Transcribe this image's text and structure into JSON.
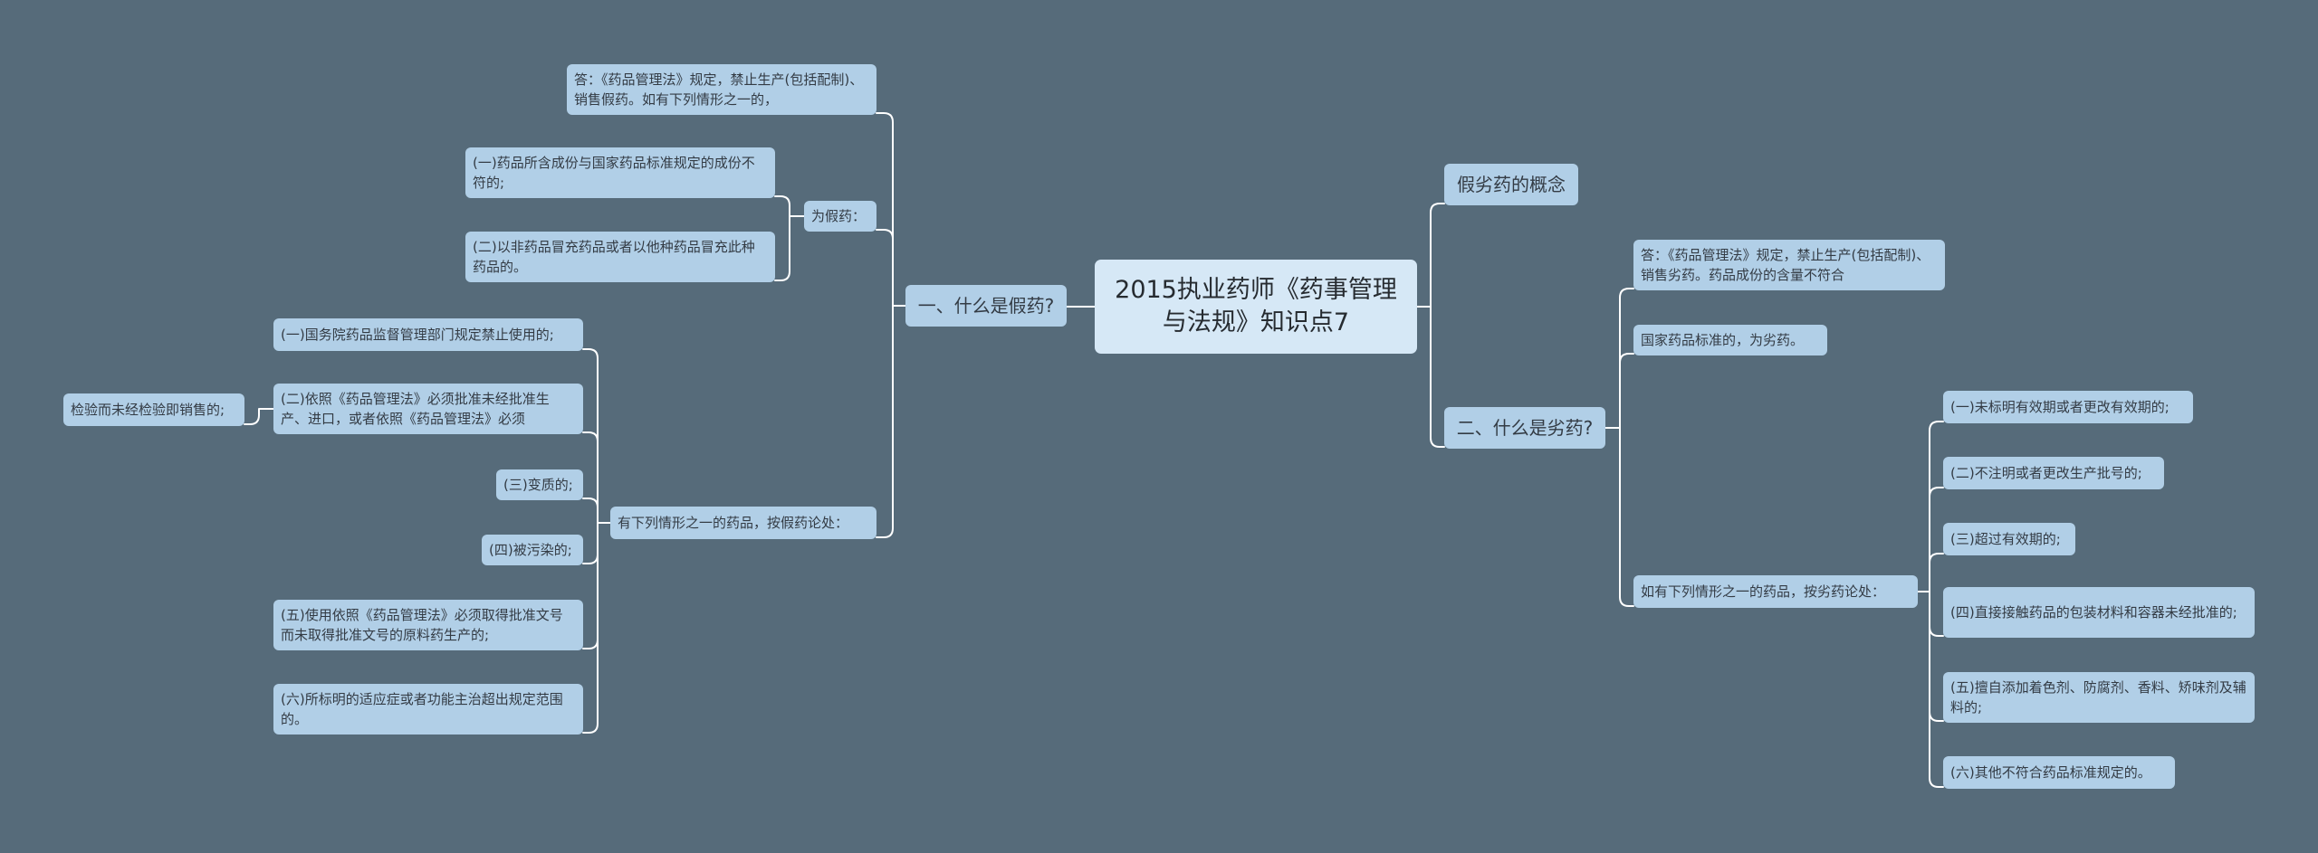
{
  "root": {
    "title": "2015执业药师《药事管理与法规》知识点7"
  },
  "left": {
    "q1": {
      "label": "一、什么是假药?",
      "answer": "答：《药品管理法》规定，禁止生产(包括配制)、销售假药。如有下列情形之一的，",
      "fake_group": {
        "label": "为假药：",
        "items": [
          "(一)药品所含成份与国家药品标准规定的成份不符的;",
          "(二)以非药品冒充药品或者以他种药品冒充此种药品的。"
        ]
      },
      "treated_group": {
        "label": "有下列情形之一的药品，按假药论处：",
        "items": [
          "(一)国务院药品监督管理部门规定禁止使用的;",
          "(二)依照《药品管理法》必须批准未经批准生产、进口，或者依照《药品管理法》必须",
          "(三)变质的;",
          "(四)被污染的;",
          "(五)使用依照《药品管理法》必须取得批准文号而未取得批准文号的原料药生产的;",
          "(六)所标明的适应症或者功能主治超出规定范围的。"
        ],
        "sub_item": "检验而未经检验即销售的;"
      }
    }
  },
  "right": {
    "concept": {
      "label": "假劣药的概念"
    },
    "q2": {
      "label": "二、什么是劣药?",
      "answer": "答：《药品管理法》规定，禁止生产(包括配制)、销售劣药。药品成份的含量不符合",
      "standard": "国家药品标准的，为劣药。",
      "treated_group": {
        "label": "如有下列情形之一的药品，按劣药论处：",
        "items": [
          "(一)未标明有效期或者更改有效期的;",
          "(二)不注明或者更改生产批号的;",
          "(三)超过有效期的;",
          "(四)直接接触药品的包装材料和容器未经批准的;",
          "(五)擅自添加着色剂、防腐剂、香料、矫味剂及辅料的;",
          "(六)其他不符合药品标准规定的。"
        ]
      }
    }
  },
  "colors": {
    "background": "#566b7a",
    "node": "#b1cfe7",
    "root": "#d6e8f6",
    "link": "#ffffff"
  }
}
